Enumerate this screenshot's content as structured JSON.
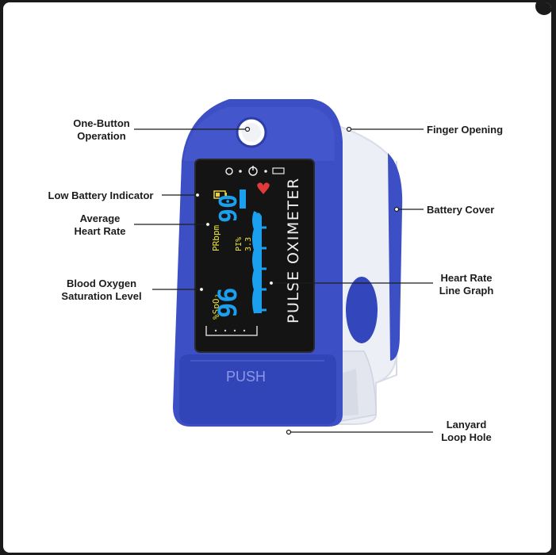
{
  "callouts": {
    "one_button": "One-Button\nOperation",
    "low_battery": "Low Battery Indicator",
    "avg_heart_rate": "Average\nHeart Rate",
    "blood_oxygen": "Blood Oxygen\nSaturation Level",
    "finger_opening": "Finger Opening",
    "battery_cover": "Battery Cover",
    "heart_rate_graph": "Heart Rate\nLine Graph",
    "lanyard": "Lanyard\nLoop Hole"
  },
  "device": {
    "brand_text": "PULSE OXIMETER",
    "push_label": "PUSH",
    "spo2_label": "%SpO₂",
    "spo2_value": "96",
    "pr_label": "PRbpm",
    "pr_value": "90",
    "pi_label": "PI%",
    "pi_value": "3.3",
    "colors": {
      "body_blue": "#3d4fc4",
      "screen": "#141414",
      "clip": "#eef0f6",
      "spo2_yellow": "#e8e03c",
      "value_blue": "#1aa0ee",
      "heart_red": "#e23a3a"
    }
  }
}
